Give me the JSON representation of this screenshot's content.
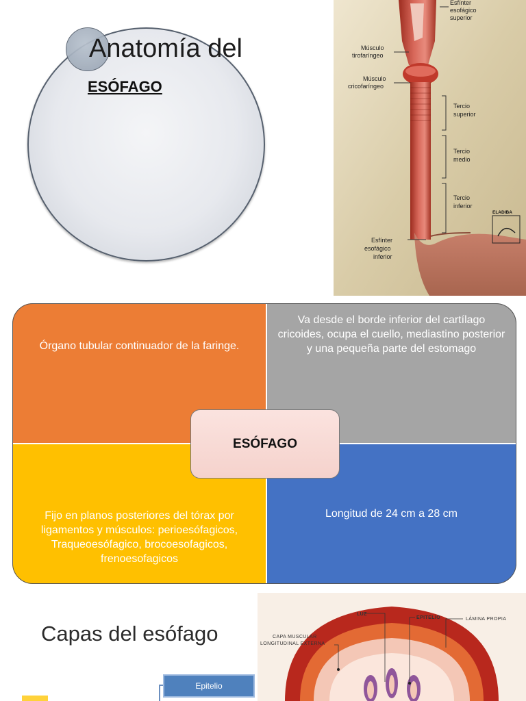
{
  "title": {
    "line1": "Anatomía del",
    "line2": "ESÓFAGO"
  },
  "esophagus_figure": {
    "labels": {
      "ues_1": "Esfínter",
      "ues_2": "esofágico",
      "ues_3": "superior",
      "tiro_1": "Músculo",
      "tiro_2": "tirofaríngeo",
      "crico_1": "Músculo",
      "crico_2": "cricofaríngeo",
      "sup_1": "Tercio",
      "sup_2": "superior",
      "med_1": "Tercio",
      "med_2": "medio",
      "inf_1": "Tercio",
      "inf_2": "inferior",
      "les_1": "Esfínter",
      "les_2": "esofágico",
      "les_3": "inferior",
      "logo": "ELADIBA"
    }
  },
  "diagram": {
    "center": "ESÓFAGO",
    "top_left": "Órgano tubular continuador de la faringe.",
    "top_right": "Va desde el borde inferior del cartílago cricoides, ocupa  el cuello, mediastino posterior y una pequeña parte del estomago",
    "bottom_left": "Fijo en planos posteriores del  tórax por ligamentos y músculos: perioesófagicos, Traqueoesófagico, brocoesofagicos, frenoesofagicos",
    "bottom_right": "Longitud de 24 cm a 28 cm",
    "colors": {
      "top_left": "#ec7d35",
      "top_right": "#a5a5a5",
      "bottom_left": "#ffc000",
      "bottom_right": "#4472c4"
    }
  },
  "capas": {
    "title": "Capas del esófago",
    "node": "Epitelio"
  },
  "histology_figure": {
    "labels": {
      "luz": "LUZ",
      "epitelio": "EPITELIO",
      "capa_1": "CAPA MUSCULAR",
      "capa_2": "LONGITUDINAL EXTERNA",
      "lamina": "LÁMINA PROPIA"
    }
  }
}
